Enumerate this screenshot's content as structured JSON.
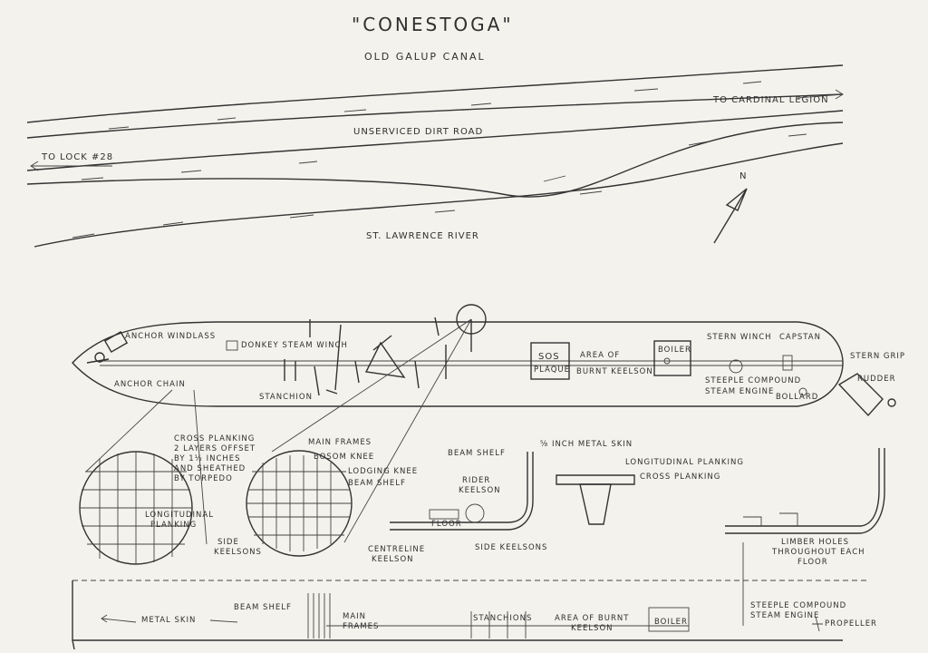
{
  "map": {
    "title": "\"CONESTOGA\"",
    "canal": "OLD GALUP CANAL",
    "road": "UNSERVICED DIRT ROAD",
    "to_cardinal": "TO CARDINAL LEGION",
    "to_lock": "TO LOCK #28",
    "river": "ST. LAWRENCE RIVER",
    "north": "N"
  },
  "plan": {
    "anchor_windlass": "ANCHOR WINDLASS",
    "anchor_chain": "ANCHOR CHAIN",
    "donkey_winch": "DONKEY STEAM WINCH",
    "stanchion": "STANCHION",
    "sos_line1": "SOS",
    "sos_line2": "PLAQUE",
    "burnt_line1": "AREA OF",
    "burnt_line2": "BURNT KEELSON",
    "boiler": "BOILER",
    "stern_winch": "STERN WINCH",
    "capstan": "CAPSTAN",
    "stern_grip": "STERN GRIP",
    "rudder": "RUDDER",
    "engine_line1": "STEEPLE COMPOUND",
    "engine_line2": "STEAM ENGINE",
    "bollard": "BOLLARD"
  },
  "details": {
    "cross_planking": [
      "CROSS PLANKING",
      "2 LAYERS OFFSET",
      "BY 1½ INCHES",
      "AND SHEATHED",
      "BY TORPEDO"
    ],
    "longitudinal_planking": [
      "LONGITUDINAL",
      "PLANKING"
    ],
    "main_frames": "MAIN FRAMES",
    "bosom_knee": "BOSOM KNEE",
    "lodging_knee": "LODGING KNEE",
    "beam_shelf": "BEAM SHELF",
    "side_keelsons": [
      "SIDE",
      "KEELSONS"
    ],
    "metal_skin": "⅝ INCH METAL SKIN",
    "beam_shelf_2": "BEAM SHELF",
    "rider_keelson": [
      "RIDER",
      "KEELSON"
    ],
    "floor": "FLOOR",
    "centreline_keelson": [
      "CENTRELINE",
      "KEELSON"
    ],
    "side_keelsons_2": "SIDE KEELSONS",
    "long_planking_2": "LONGITUDINAL PLANKING",
    "cross_planking_2": "CROSS PLANKING",
    "limber_holes": [
      "LIMBER HOLES",
      "THROUGHOUT EACH",
      "FLOOR"
    ]
  },
  "profile": {
    "metal_skin": "METAL SKIN",
    "beam_shelf": "BEAM SHELF",
    "main_frames": [
      "MAIN",
      "FRAMES"
    ],
    "stanchions": "STANCHIONS",
    "burnt_keelson": [
      "AREA OF BURNT",
      "KEELSON"
    ],
    "boiler": "BOILER",
    "engine": [
      "STEEPLE COMPOUND",
      "STEAM ENGINE"
    ],
    "propeller": "PROPELLER"
  }
}
